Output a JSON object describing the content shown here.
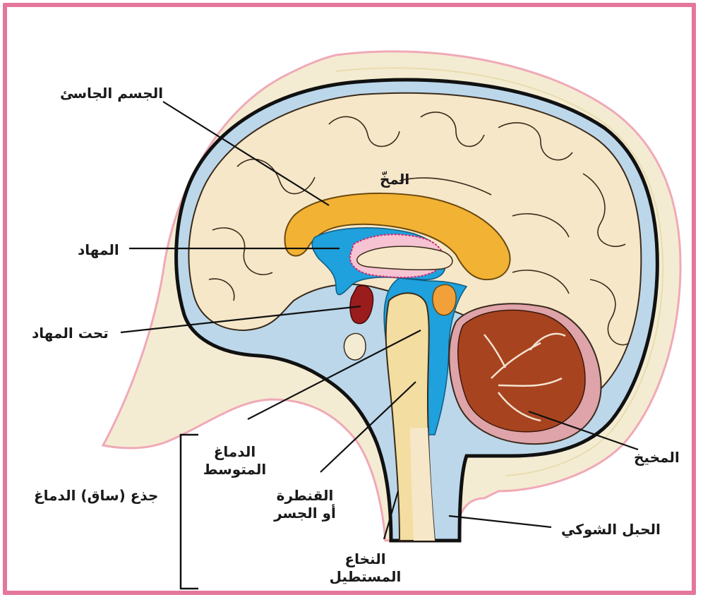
{
  "colors": {
    "border": "#e4769a",
    "skull": "#f4ecd2",
    "scalp": "#f3d4d6",
    "csf_layer": "#bcd7ea",
    "brain": "#f6e7c9",
    "corpus_callosum": "#f2b233",
    "ventricle": "#1ea1dc",
    "cerebellum": "#a8431f",
    "cerebellum_outer": "#dfa3aa",
    "brainstem": "#f3dda0",
    "hypothalamus": "#9b1c1c"
  },
  "labels": {
    "corpus_callosum": "الجسم الجاسئ",
    "cerebrum": "المخّ",
    "thalamus": "المهاد",
    "hypothalamus": "تحت المهاد",
    "midbrain_line1": "الدماغ",
    "midbrain_line2": "المتوسط",
    "brainstem": "جذع (ساق) الدماغ",
    "pons_line1": "القنطرة",
    "pons_line2": "أو الجسر",
    "medulla_line1": "النخاع",
    "medulla_line2": "المستطيل",
    "spinal_cord": "الحبل الشوكي",
    "cerebellum": "المخيخ"
  }
}
